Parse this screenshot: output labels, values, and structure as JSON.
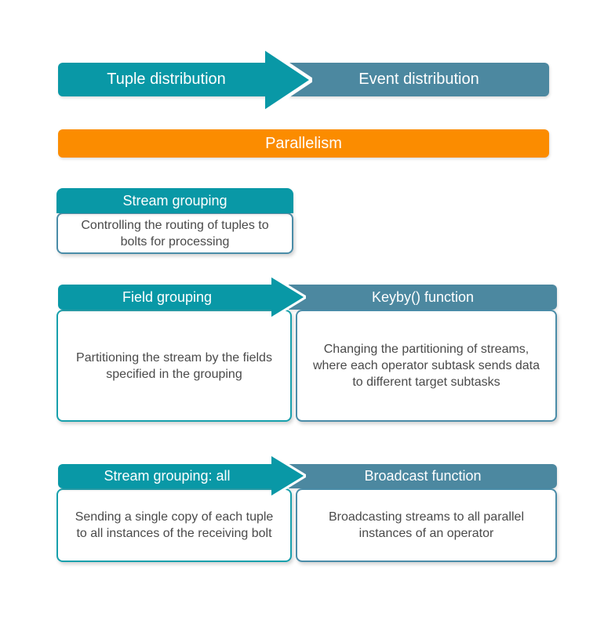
{
  "colors": {
    "teal": "#0998A6",
    "steel_blue": "#4C88A0",
    "orange": "#FB8C00",
    "card_border_teal": "#17A0AC",
    "card_border_blue": "#4A8CA8",
    "body_text": "#4a4a4a"
  },
  "top_row": {
    "storm_label": "Tuple distribution",
    "flink_label": "Event distribution"
  },
  "parallelism_row": {
    "label": "Parallelism"
  },
  "stream_grouping_block": {
    "title": "Stream grouping",
    "body": "Controlling the routing of tuples to bolts for processing"
  },
  "field_grouping_row": {
    "storm": {
      "title": "Field grouping",
      "body": "Partitioning the stream by the fields specified in the grouping"
    },
    "flink": {
      "title": "Keyby() function",
      "body": "Changing the partitioning of streams, where each operator subtask sends data to different target subtasks"
    }
  },
  "broadcast_row": {
    "storm": {
      "title": "Stream grouping: all",
      "body": "Sending a single copy of each tuple to all instances of the receiving bolt"
    },
    "flink": {
      "title": "Broadcast function",
      "body": "Broadcasting streams to all parallel instances of an operator"
    }
  }
}
